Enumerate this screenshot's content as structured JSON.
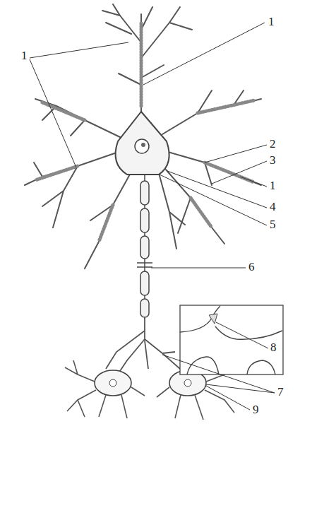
{
  "diagram": {
    "labels": [
      "1",
      "1",
      "2",
      "3",
      "1",
      "4",
      "5",
      "6",
      "8",
      "7",
      "9"
    ]
  }
}
